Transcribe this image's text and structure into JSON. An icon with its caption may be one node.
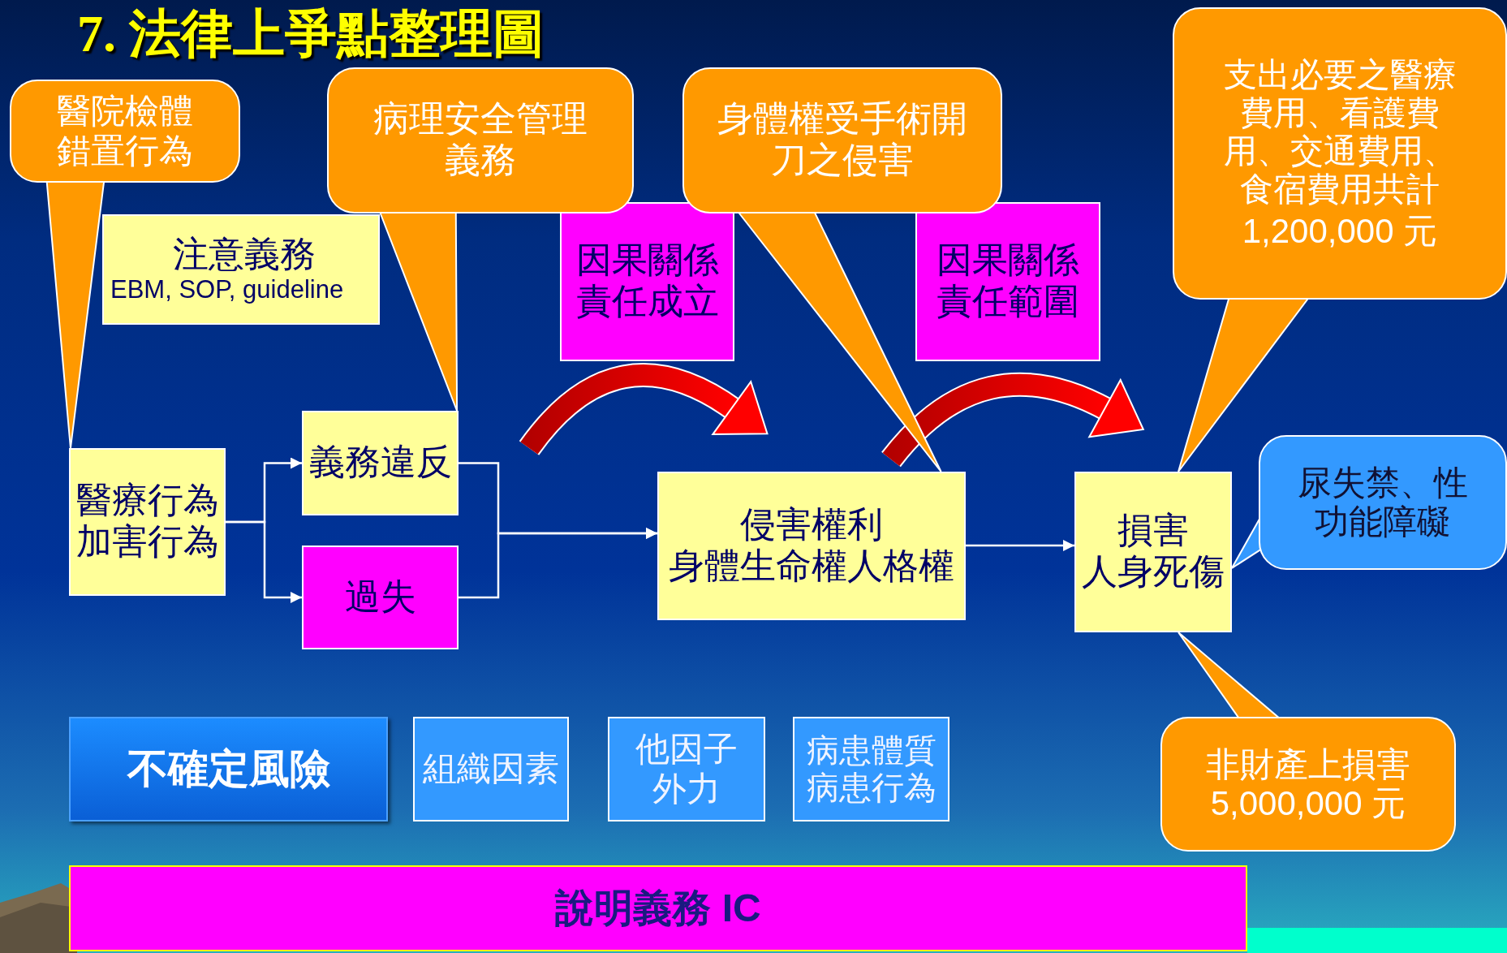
{
  "diagram": {
    "title": "7. 法律上爭點整理圖",
    "nodes": [
      {
        "text": [
          "醫院檢體錯置行為"
        ]
      },
      {
        "text": [
          "注意義務",
          "EBM, SOP, guideline"
        ]
      },
      {
        "text": [
          "病理安全管理義務"
        ]
      },
      {
        "text": [
          "因果關係責任成立"
        ]
      },
      {
        "text": [
          "身體權受手術開刀之侵害"
        ]
      },
      {
        "text": [
          "因果關係責任範圍"
        ]
      },
      {
        "text": [
          "支出必要之醫療費用、看護費用、交通費用、食宿費用共計",
          "1,200,000 元"
        ]
      },
      {
        "text": [
          "醫療行為",
          "加害行為"
        ]
      },
      {
        "text": [
          "義務違反"
        ]
      },
      {
        "text": [
          "過失"
        ]
      },
      {
        "text": [
          "侵害權利",
          "身體生命權人格權"
        ]
      },
      {
        "text": [
          "損害",
          "人身死傷"
        ]
      },
      {
        "text": [
          "尿失禁、性功能障礙"
        ]
      },
      {
        "text": [
          "非財產上損害",
          "5,000,000 元"
        ]
      },
      {
        "text": [
          "不確定風險"
        ]
      },
      {
        "text": [
          "組織因素"
        ]
      },
      {
        "text": [
          "他因子",
          "外力"
        ]
      },
      {
        "text": [
          "病患體質",
          "病患行為"
        ]
      },
      {
        "text": [
          "說明義務 IC"
        ]
      }
    ],
    "edges": [
      {
        "from": 0,
        "to": 7,
        "arrow": "to",
        "style": "thick",
        "color": "#ff9900"
      },
      {
        "from": 2,
        "to": 8,
        "arrow": "to",
        "style": "thick",
        "color": "#ff9900"
      },
      {
        "from": 4,
        "to": 10,
        "arrow": "to",
        "style": "thick",
        "color": "#ff9900"
      },
      {
        "from": 6,
        "to": 11,
        "arrow": "to",
        "style": "thick",
        "color": "#ff9900"
      },
      {
        "from": 7,
        "to": 8,
        "arrow": "to"
      },
      {
        "from": 7,
        "to": 9,
        "arrow": "to"
      },
      {
        "from": 8,
        "to": 10,
        "arrow": "to"
      },
      {
        "from": 9,
        "to": 10,
        "arrow": "to"
      },
      {
        "from": 10,
        "to": 11,
        "arrow": "to"
      },
      {
        "from": 12,
        "to": 11,
        "arrow": "to",
        "style": "thick",
        "color": "#3399ff"
      },
      {
        "from": 13,
        "to": 11,
        "arrow": "to",
        "style": "thick",
        "color": "#ff9900"
      }
    ]
  }
}
